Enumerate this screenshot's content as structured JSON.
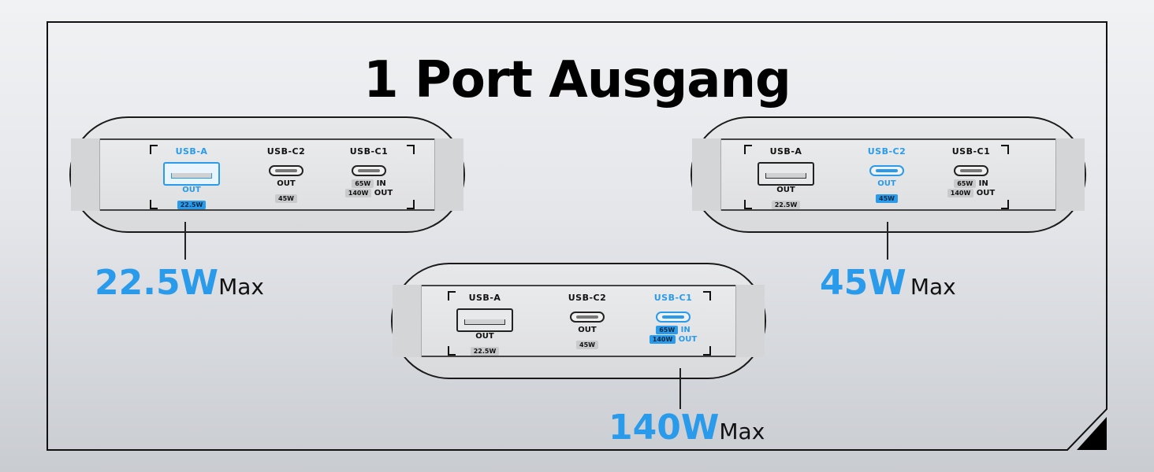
{
  "title": "1 Port Ausgang",
  "ports": {
    "usba": "USB-A",
    "usbc2": "USB-C2",
    "usbc1": "USB-C1",
    "out": "OUT",
    "in": "IN",
    "w_22": "22.5W",
    "w_45": "45W",
    "w_65": "65W",
    "w_140": "140W"
  },
  "callouts": {
    "left_value": "22.5W",
    "right_value": "45W",
    "center_value": "140W",
    "max_label": "Max"
  },
  "colors": {
    "accent": "#2a9bea",
    "border": "#111111"
  }
}
